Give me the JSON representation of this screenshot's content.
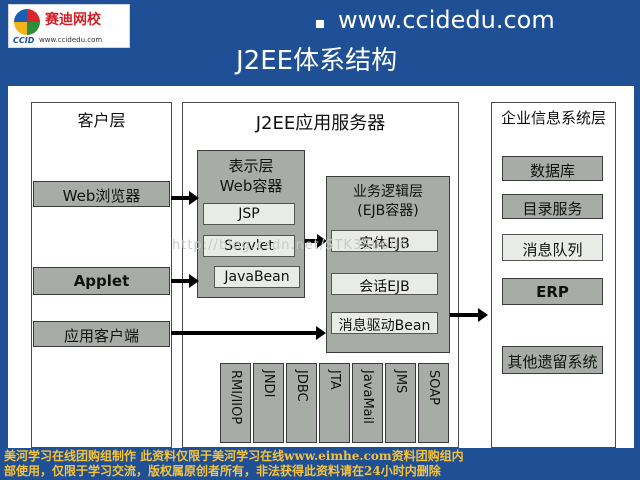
{
  "header": {
    "logo_name": "赛迪网校",
    "logo_ccid": "CCID",
    "logo_url": "www.ccidedu.com",
    "site_url": "www.ccidedu.com",
    "title": "J2EE体系结构"
  },
  "diagram": {
    "client_tier": {
      "title": "客户层",
      "items": [
        "Web浏览器",
        "Applet",
        "应用客户端"
      ]
    },
    "server": {
      "title": "J2EE应用服务器",
      "web_container": {
        "title_line1": "表示层",
        "title_line2": "Web容器",
        "items": [
          "JSP",
          "Servlet",
          "JavaBean"
        ]
      },
      "ejb_container": {
        "title_line1": "业务逻辑层",
        "title_line2": "(EJB容器)",
        "items": [
          "实体EJB",
          "会话EJB",
          "消息驱动Bean"
        ]
      },
      "services": [
        "RMI/IIOP",
        "JNDI",
        "JDBC",
        "JTA",
        "JavaMail",
        "JMS",
        "SOAP"
      ]
    },
    "eis_tier": {
      "title": "企业信息系统层",
      "items": [
        "数据库",
        "目录服务",
        "消息队列",
        "ERP",
        "其他遗留系统"
      ]
    },
    "watermark": "http://blog.csdn.net/STK3S0606"
  },
  "footer": {
    "line1": "美河学习在线团购组制作  此资料仅限于美河学习在线www.eimhe.com资料团购组内",
    "line2": "部使用，仅限于学习交流，版权属原创者所有，非法获得此资料请在24小时内删除"
  }
}
